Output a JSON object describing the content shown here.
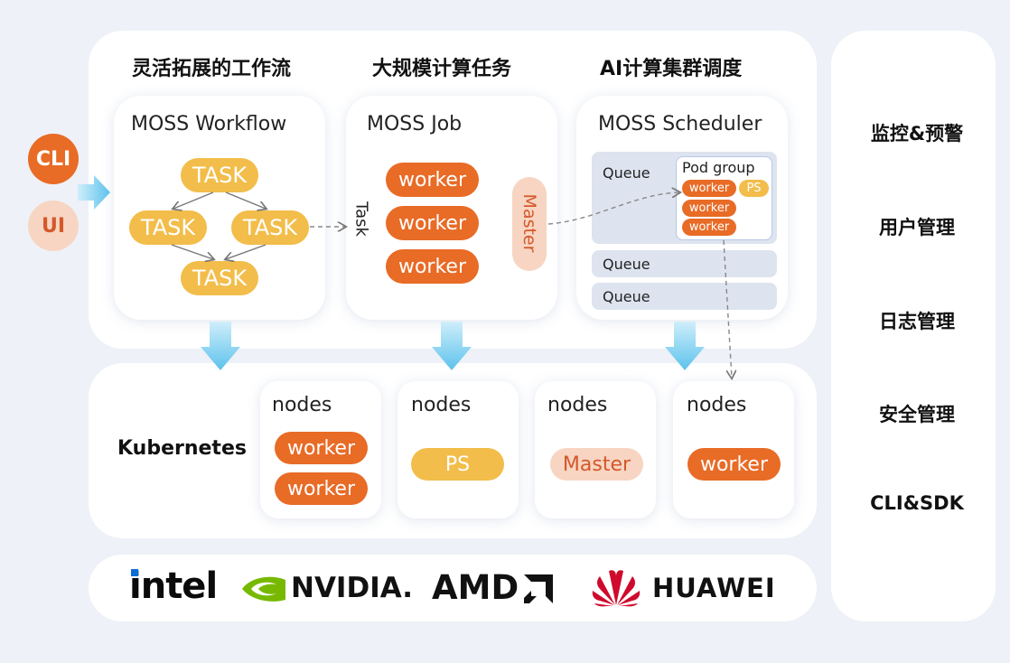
{
  "headers": {
    "col1": "灵活拓展的工作流",
    "col2": "大规模计算任务",
    "col3": "AI计算集群调度"
  },
  "inputs": {
    "cli": "CLI",
    "ui": "UI"
  },
  "workflow": {
    "title": "MOSS Workflow",
    "tasks": [
      "TASK",
      "TASK",
      "TASK",
      "TASK"
    ]
  },
  "job": {
    "title": "MOSS Job",
    "task_label": "Task",
    "workers": [
      "worker",
      "worker",
      "worker"
    ],
    "master": "Master"
  },
  "scheduler": {
    "title": "MOSS Scheduler",
    "queue_main": "Queue",
    "pod_group": {
      "title": "Pod group",
      "workers": [
        "worker",
        "worker",
        "worker"
      ],
      "ps": "PS"
    },
    "queues": [
      "Queue",
      "Queue"
    ]
  },
  "kubernetes": {
    "label": "Kubernetes",
    "node_groups": [
      {
        "title": "nodes",
        "items": [
          "worker",
          "worker"
        ]
      },
      {
        "title": "nodes",
        "items": [
          "PS"
        ]
      },
      {
        "title": "nodes",
        "items": [
          "Master"
        ]
      },
      {
        "title": "nodes",
        "items": [
          "worker"
        ]
      }
    ]
  },
  "vendors": [
    "intel",
    "NVIDIA.",
    "AMD",
    "HUAWEI"
  ],
  "sidebar": {
    "items": [
      "监控&预警",
      "用户管理",
      "日志管理",
      "安全管理",
      "CLI&SDK"
    ]
  },
  "colors": {
    "orange": "#e86b26",
    "yellow": "#f2bd4a",
    "peach": "#f7d5c2",
    "queue": "#dde4ef",
    "arrow_blue": "#6cc8ee",
    "nvidia_green": "#76b900",
    "huawei_red": "#cf0a2c"
  }
}
